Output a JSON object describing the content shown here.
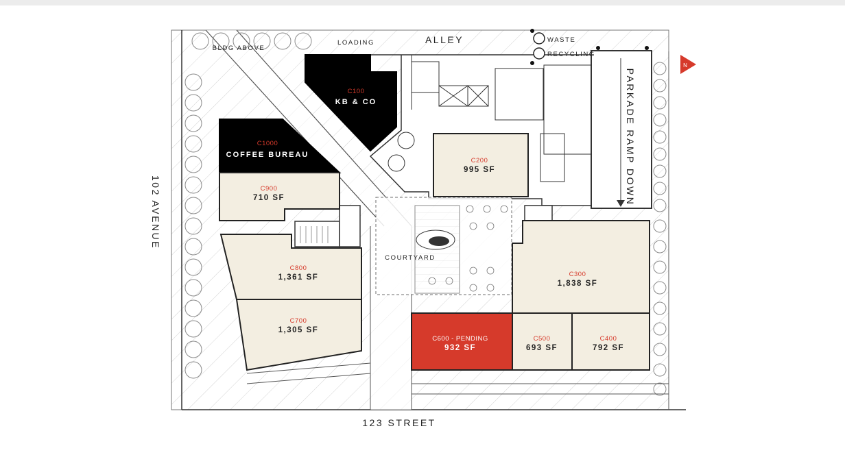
{
  "map": {
    "streets": {
      "north": "ALLEY",
      "west": "102 AVENUE",
      "south": "123 STREET"
    },
    "notes": {
      "loading": "LOADING",
      "bldg_above": "BLDG ABOVE",
      "waste": "WASTE",
      "recycling": "RECYCLING",
      "courtyard": "COURTYARD",
      "parkade": "PARKADE RAMP DOWN",
      "north_arrow": "N"
    },
    "colors": {
      "available": "#f3eee1",
      "leased": "#000000",
      "pending": "#d63a2b",
      "unit_id_text": "#d63a2b"
    },
    "units": {
      "c100": {
        "id": "C100",
        "name": "KB & CO",
        "status": "leased"
      },
      "c1000": {
        "id": "C1000",
        "name": "COFFEE BUREAU",
        "status": "leased"
      },
      "c200": {
        "id": "C200",
        "area": "995 SF",
        "status": "available"
      },
      "c900": {
        "id": "C900",
        "area": "710 SF",
        "status": "available"
      },
      "c800": {
        "id": "C800",
        "area": "1,361 SF",
        "status": "available"
      },
      "c700": {
        "id": "C700",
        "area": "1,305 SF",
        "status": "available"
      },
      "c300": {
        "id": "C300",
        "area": "1,838 SF",
        "status": "available"
      },
      "c600": {
        "id": "C600 - PENDING",
        "area": "932 SF",
        "status": "pending"
      },
      "c500": {
        "id": "C500",
        "area": "693 SF",
        "status": "available"
      },
      "c400": {
        "id": "C400",
        "area": "792 SF",
        "status": "available"
      }
    }
  }
}
